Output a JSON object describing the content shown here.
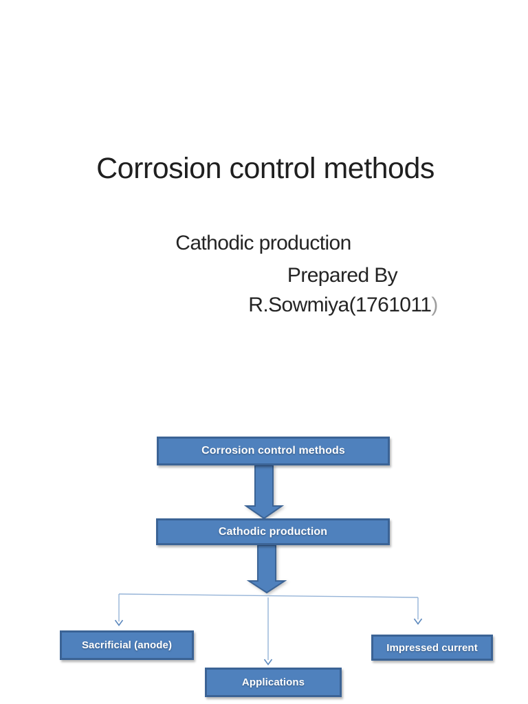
{
  "slide": {
    "title": "Corrosion control methods",
    "byline": {
      "line1": "Cathodic production",
      "line2": "Prepared By",
      "line3_text": "R.Sowmiya(1761011",
      "line3_suffix": ")"
    }
  },
  "diagram": {
    "nodes": {
      "root": "Corrosion control methods",
      "child": "Cathodic production",
      "leaves": [
        "Sacrificial (anode)",
        "Applications",
        "Impressed current"
      ]
    },
    "colors": {
      "box_fill": "#4f81bd",
      "box_border": "#3b6395",
      "box_text": "#ffffff",
      "thick_arrow_fill": "#4f81bd",
      "connector_line": "#95b3d7",
      "connector_arrowhead": "#5c88bd",
      "title_text": "#1f1f1f",
      "muted_paren": "#9e9e9e",
      "background": "#ffffff"
    }
  }
}
